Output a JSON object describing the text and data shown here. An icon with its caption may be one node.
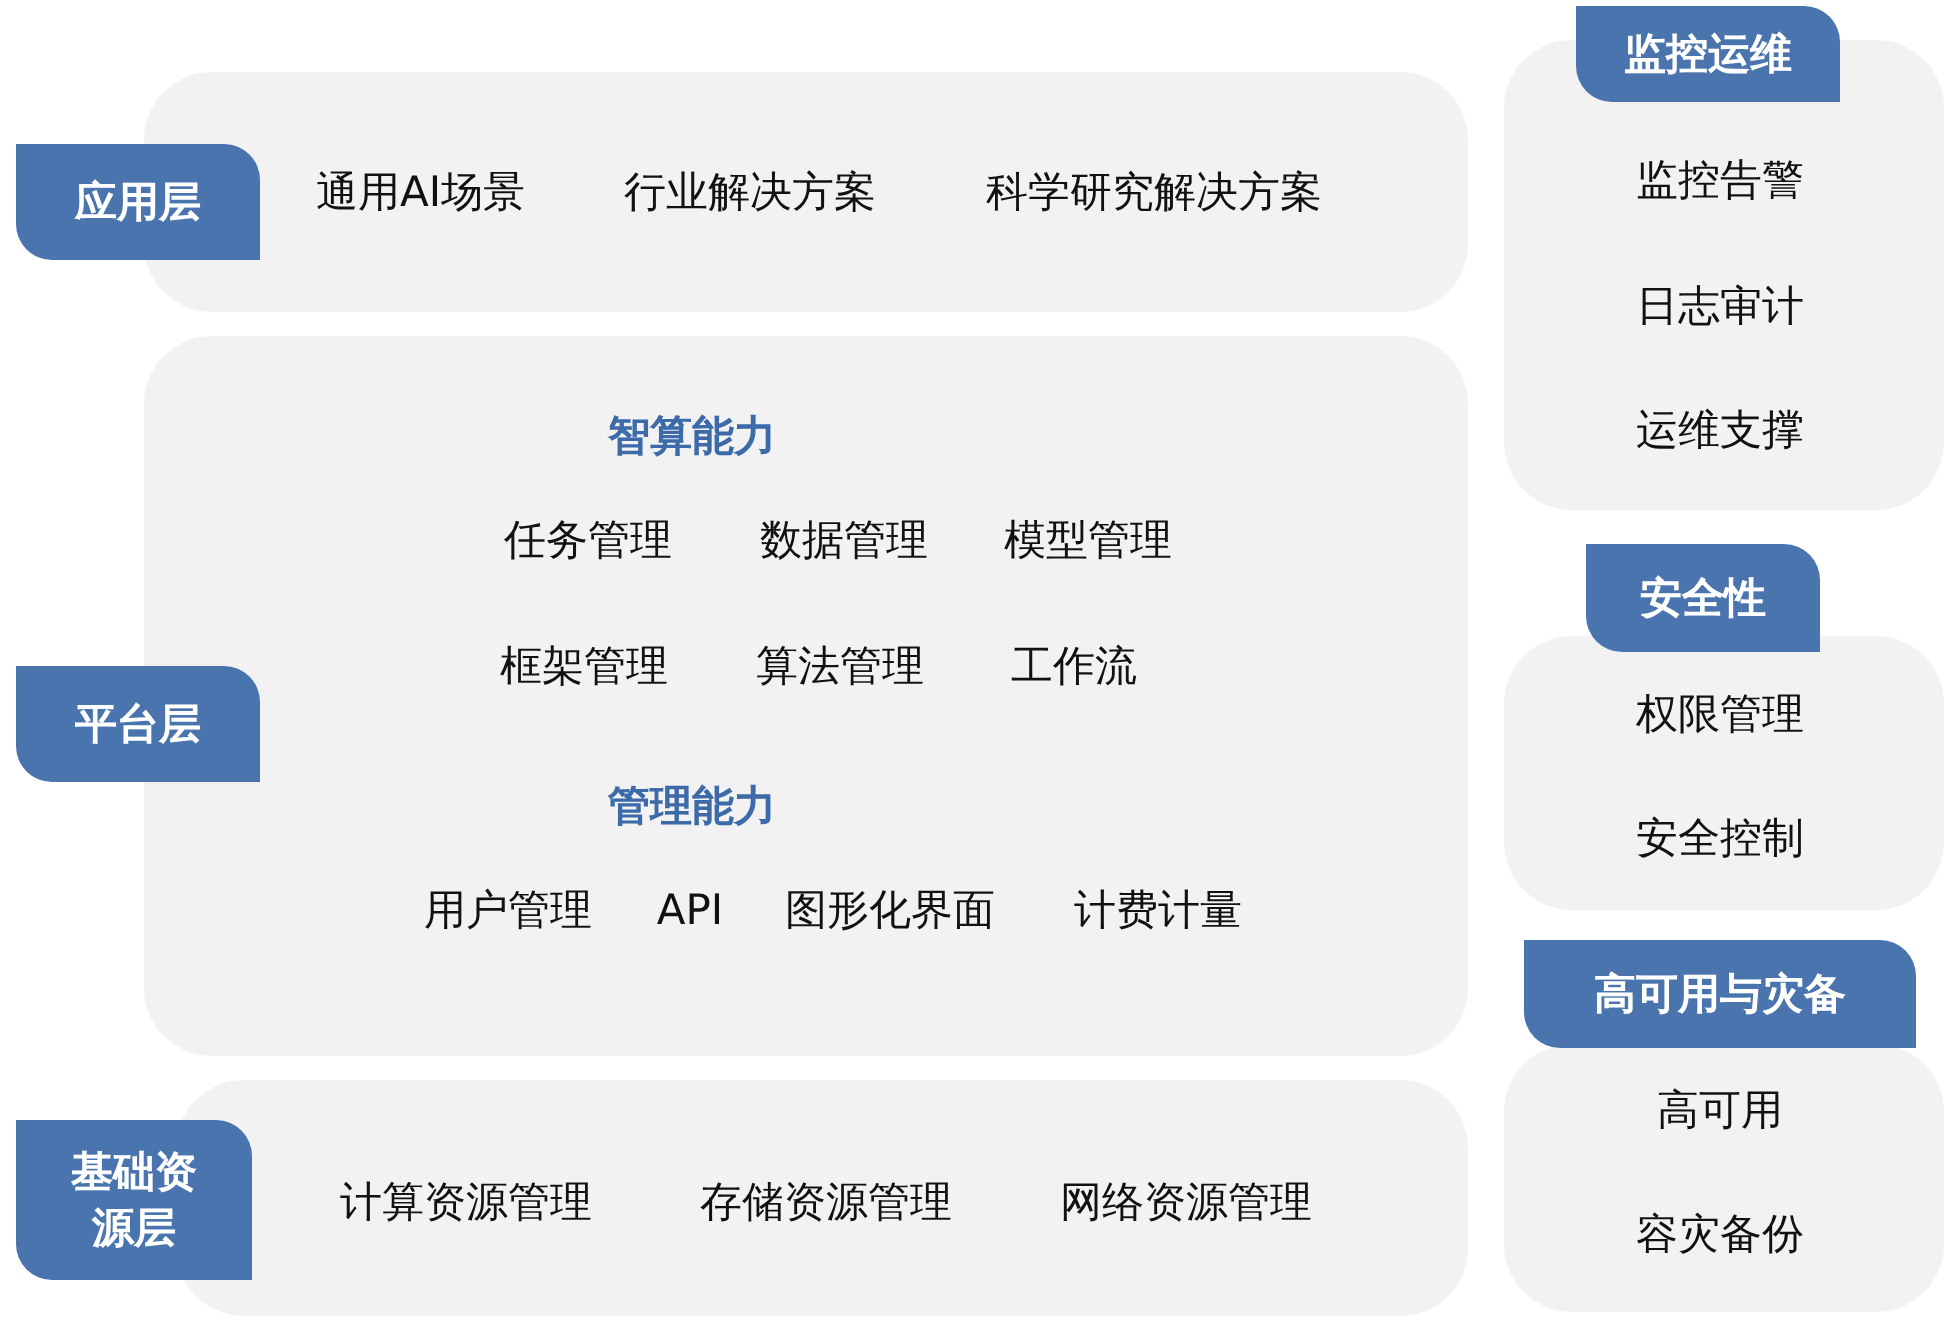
{
  "diagram": {
    "nodes": [
      {
        "text": [
          "应用层"
        ]
      },
      {
        "text": [
          "通用AI场景",
          "行业解决方案",
          "科学研究解决方案"
        ]
      },
      {
        "text": [
          "平台层"
        ]
      },
      {
        "text": [
          "智算能力",
          "任务管理",
          "数据管理",
          "模型管理",
          "框架管理",
          "算法管理",
          "工作流",
          "管理能力",
          "用户管理",
          "API",
          "图形化界面",
          "计费计量"
        ]
      },
      {
        "text": [
          "基础资源层"
        ]
      },
      {
        "text": [
          "计算资源管理",
          "存储资源管理",
          "网络资源管理"
        ]
      },
      {
        "text": [
          "监控运维"
        ]
      },
      {
        "text": [
          "监控告警",
          "日志审计",
          "运维支撑"
        ]
      },
      {
        "text": [
          "安全性"
        ]
      },
      {
        "text": [
          "权限管理",
          "安全控制"
        ]
      },
      {
        "text": [
          "高可用与灾备"
        ]
      },
      {
        "text": [
          "高可用",
          "容灾备份"
        ]
      }
    ]
  }
}
